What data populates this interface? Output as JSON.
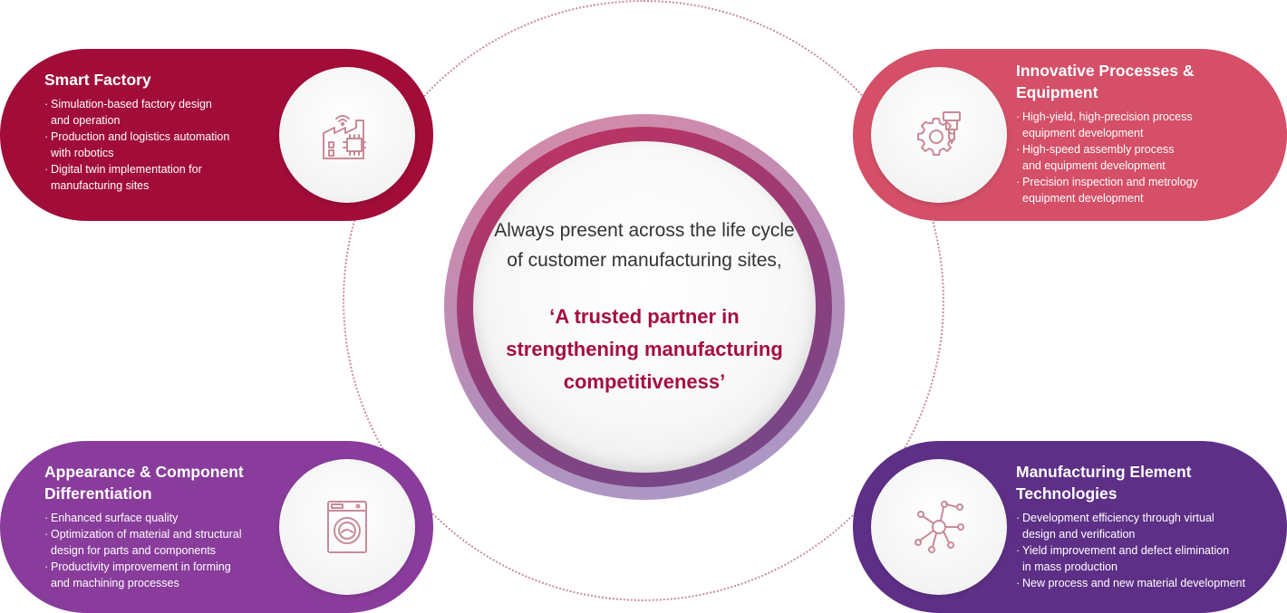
{
  "hub": {
    "lead_lines": [
      "Always present across the life cycle",
      "of customer manufacturing sites,"
    ],
    "claim_lines": [
      "‘A trusted partner in",
      "strengthening manufacturing",
      "competitiveness’"
    ]
  },
  "cards": {
    "smart_factory": {
      "title_lines": [
        "Smart Factory"
      ],
      "icon": "smart-factory-icon",
      "bullets": [
        [
          "Simulation-based factory design",
          "and operation"
        ],
        [
          "Production and logistics automation",
          "with robotics"
        ],
        [
          "Digital twin implementation for",
          "manufacturing sites"
        ]
      ]
    },
    "innovative_processes": {
      "title_lines": [
        "Innovative Processes &",
        "Equipment"
      ],
      "icon": "gear-equipment-icon",
      "bullets": [
        [
          "High-yield, high-precision process",
          "equipment development"
        ],
        [
          "High-speed assembly process",
          "and equipment development"
        ],
        [
          "Precision inspection and metrology",
          "equipment development"
        ]
      ]
    },
    "appearance_component": {
      "title_lines": [
        "Appearance & Component",
        "Differentiation"
      ],
      "icon": "washing-machine-icon",
      "bullets": [
        [
          "Enhanced surface quality"
        ],
        [
          "Optimization of material and structural",
          "design for parts and components"
        ],
        [
          "Productivity improvement in forming",
          "and machining processes"
        ]
      ]
    },
    "manufacturing_element": {
      "title_lines": [
        "Manufacturing Element",
        "Technologies"
      ],
      "icon": "molecule-network-icon",
      "bullets": [
        [
          "Development efficiency through virtual",
          "design and verification"
        ],
        [
          "Yield improvement and defect elimination",
          "in mass production"
        ],
        [
          "New process and new material development"
        ]
      ]
    }
  },
  "colors": {
    "smart_factory": "#a10c38",
    "innovative_processes": "#d44f67",
    "appearance_component": "#893c9b",
    "manufacturing_element": "#5d2f86",
    "claim_text": "#a50d3f",
    "icon_stroke": "#c98a98"
  }
}
